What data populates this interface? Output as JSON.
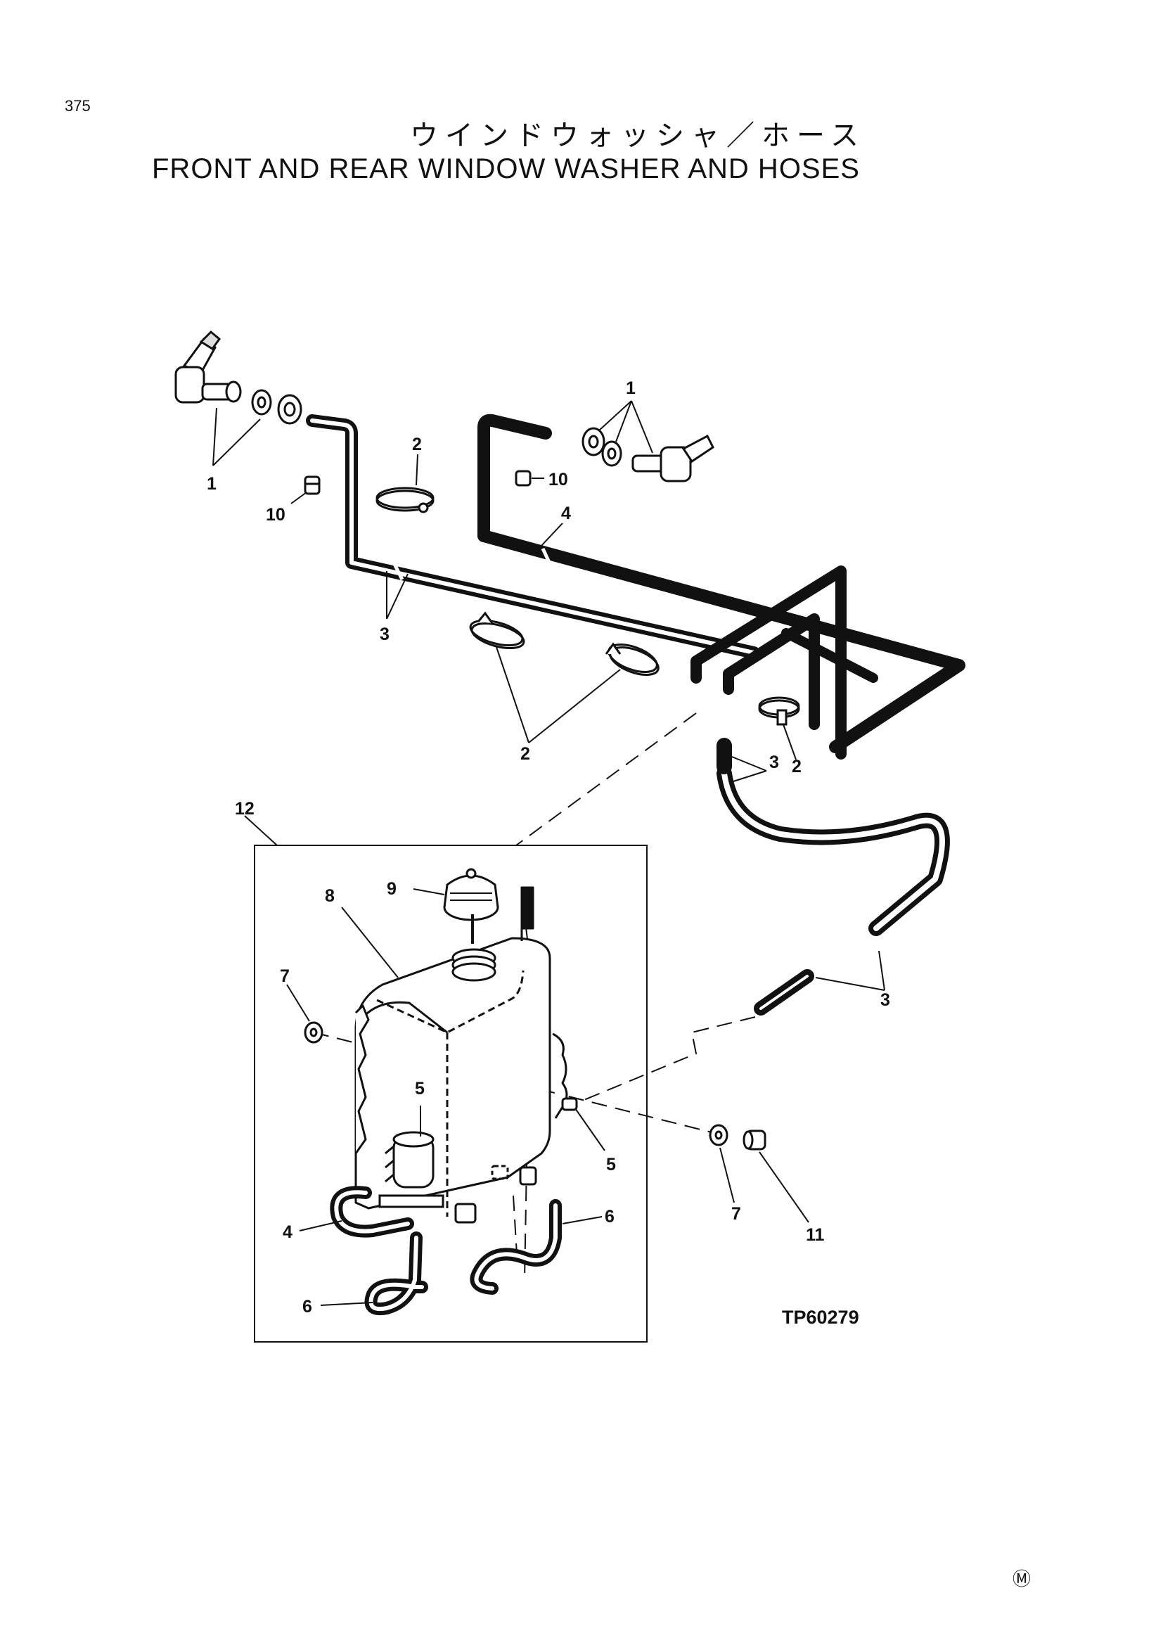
{
  "page": {
    "page_number": "375",
    "title_japanese": "ウインドウォッシャ／ホース",
    "title_english": "FRONT AND REAR WINDOW WASHER AND HOSES"
  },
  "diagram": {
    "figure_code": "TP60279",
    "corner_mark": "Ⓜ",
    "callouts": {
      "c1_left": "1",
      "c1_right": "1",
      "c2_top": "2",
      "c2_bottom": "2",
      "c2_right": "2",
      "c3_left": "3",
      "c3_mid": "3",
      "c3_right": "3",
      "c4_top": "4",
      "c4_tank": "4",
      "c5_pump": "5",
      "c5_side": "5",
      "c6_left": "6",
      "c6_right": "6",
      "c7_left": "7",
      "c7_right": "7",
      "c8": "8",
      "c9": "9",
      "c10_left": "10",
      "c10_right": "10",
      "c11": "11",
      "c12": "12"
    }
  }
}
